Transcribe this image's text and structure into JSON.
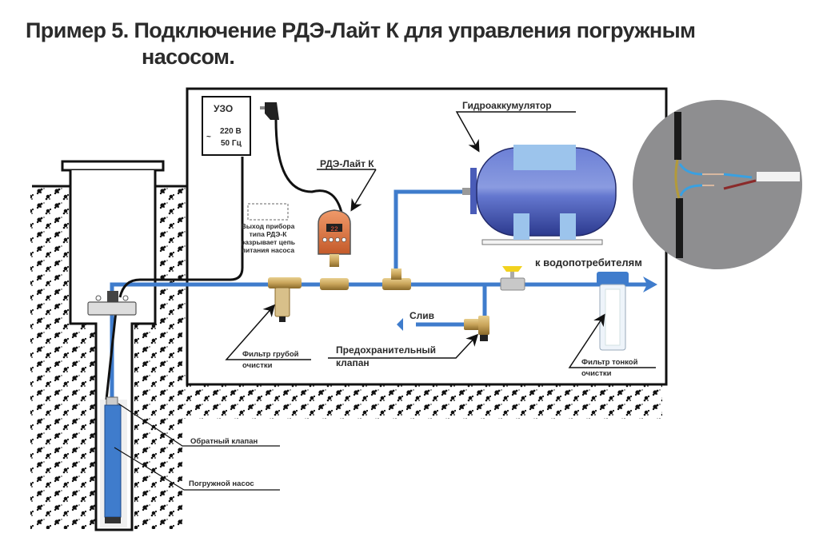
{
  "title": {
    "line1": "Пример 5. Подключение РДЭ-Лайт К для управления погружным",
    "line2": "насосом."
  },
  "labels": {
    "uzo": "УЗО",
    "voltage": "220 В",
    "frequency": "50 Гц",
    "tilde": "~",
    "rde": "РДЭ-Лайт К",
    "accumulator": "Гидроаккумулятор",
    "output_note": [
      "Выход прибора",
      "типа РДЭ-К",
      "разрывает цепь",
      "питания насоса"
    ],
    "to_consumers": "к водопотребителям",
    "drain": "Слив",
    "coarse_filter": [
      "Фильтр грубой",
      "очистки"
    ],
    "safety_valve": [
      "Предохранительный",
      "клапан"
    ],
    "fine_filter": [
      "Фильтр тонкой",
      "очистки"
    ],
    "check_valve": "Обратный клапан",
    "submersible_pump": "Погружной насос",
    "display_value": "22"
  },
  "colors": {
    "pipe": "#3f7ccc",
    "tank": "#5a6fc8",
    "tank_light": "#9cc4ec",
    "device": "#e07a4a",
    "inset_bg": "#8e8e90",
    "brass": "#c9a45a",
    "text": "#2b2b2b"
  }
}
